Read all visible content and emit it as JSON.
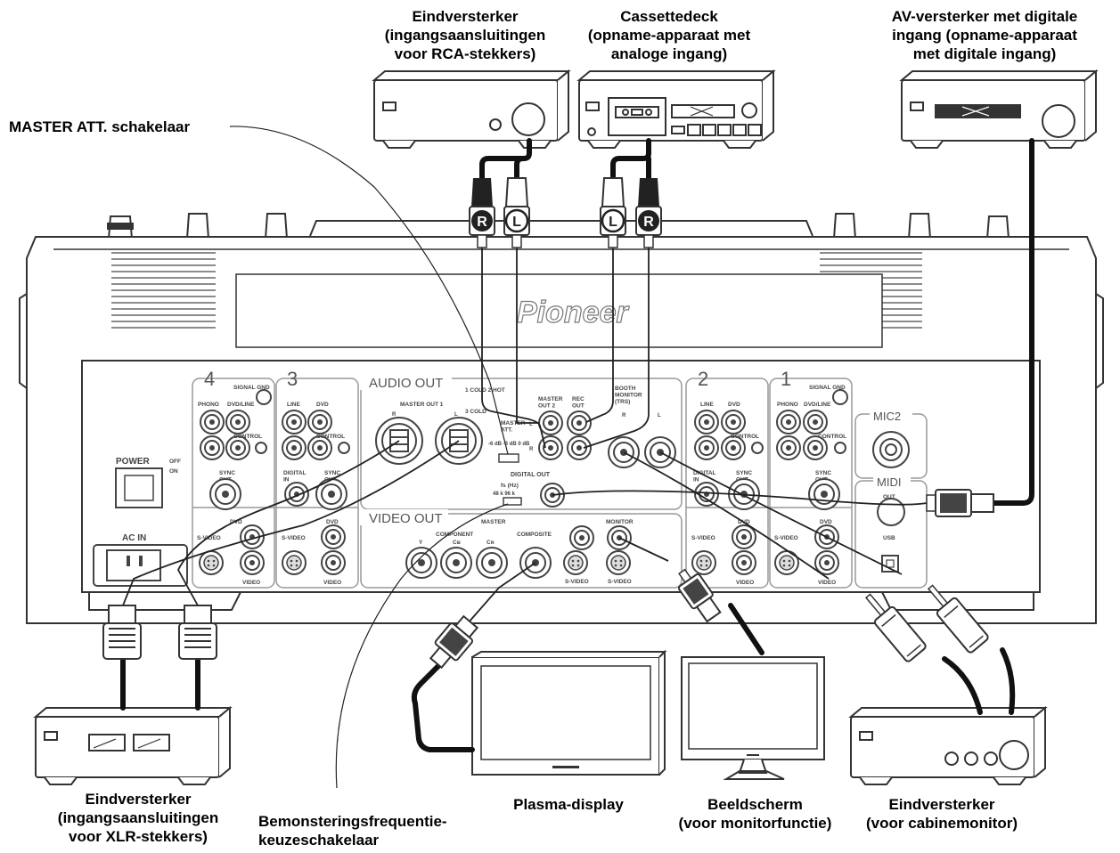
{
  "captions": {
    "power_amp_rca": "Eindversterker\n(ingangsaansluitingen\nvoor RCA-stekkers)",
    "cassette": "Cassettedeck\n(opname-apparaat met\nanaloge ingang)",
    "av_amp": "AV-versterker met digitale\ningang (opname-apparaat\nmet digitale ingang)",
    "master_att_switch": "MASTER ATT. schakelaar",
    "power_amp_xlr": "Eindversterker\n(ingangsaansluitingen\nvoor XLR-stekkers)",
    "fs_switch": "Bemonsteringsfrequentie-\nkeuzeschakelaar",
    "plasma": "Plasma-display",
    "monitor_display": "Beeldscherm\n(voor monitorfunctie)",
    "booth_amp": "Eindversterker\n(voor cabinemonitor)"
  },
  "brand": "Pioneer",
  "panel": {
    "ch4": "4",
    "ch3": "3",
    "ch2": "2",
    "ch1": "1",
    "signal_gnd": "SIGNAL GND",
    "phono": "PHONO",
    "dvd_line": "DVD/LINE",
    "line": "LINE",
    "dvd": "DVD",
    "control": "CONTROL",
    "sync_out": "SYNC\nOUT",
    "digital_in": "DIGITAL\nIN",
    "s_video": "S-VIDEO",
    "video": "VIDEO",
    "power": "POWER",
    "power_off": "OFF",
    "power_on": "ON",
    "ac_in": "AC IN",
    "audio_out": "AUDIO  OUT",
    "master_out1": "MASTER  OUT 1",
    "master_out2": "MASTER\nOUT 2",
    "rec_out": "REC\nOUT",
    "booth_monitor": "BOOTH\nMONITOR\n(TRS)",
    "cold_hot": "1 COLD  2 HOT",
    "cold3": "3 COLD",
    "master_att": "MASTER\nATT.",
    "att_db": "-6 dB   -3 dB   0 dB",
    "digital_out": "DIGITAL  OUT",
    "fs_hz": "fs (Hz)",
    "fs_values": "48 k  96 k",
    "video_out": "VIDEO  OUT",
    "master_label": "MASTER",
    "component": "COMPONENT",
    "y": "Y",
    "cb": "Cʙ",
    "cr": "Cʀ",
    "composite": "COMPOSITE",
    "monitor": "MONITOR",
    "mic2": "MIC2",
    "midi": "MIDI",
    "out": "OUT",
    "usb": "USB",
    "r": "R",
    "l": "L"
  },
  "plugs": {
    "r": "R",
    "l": "L"
  }
}
